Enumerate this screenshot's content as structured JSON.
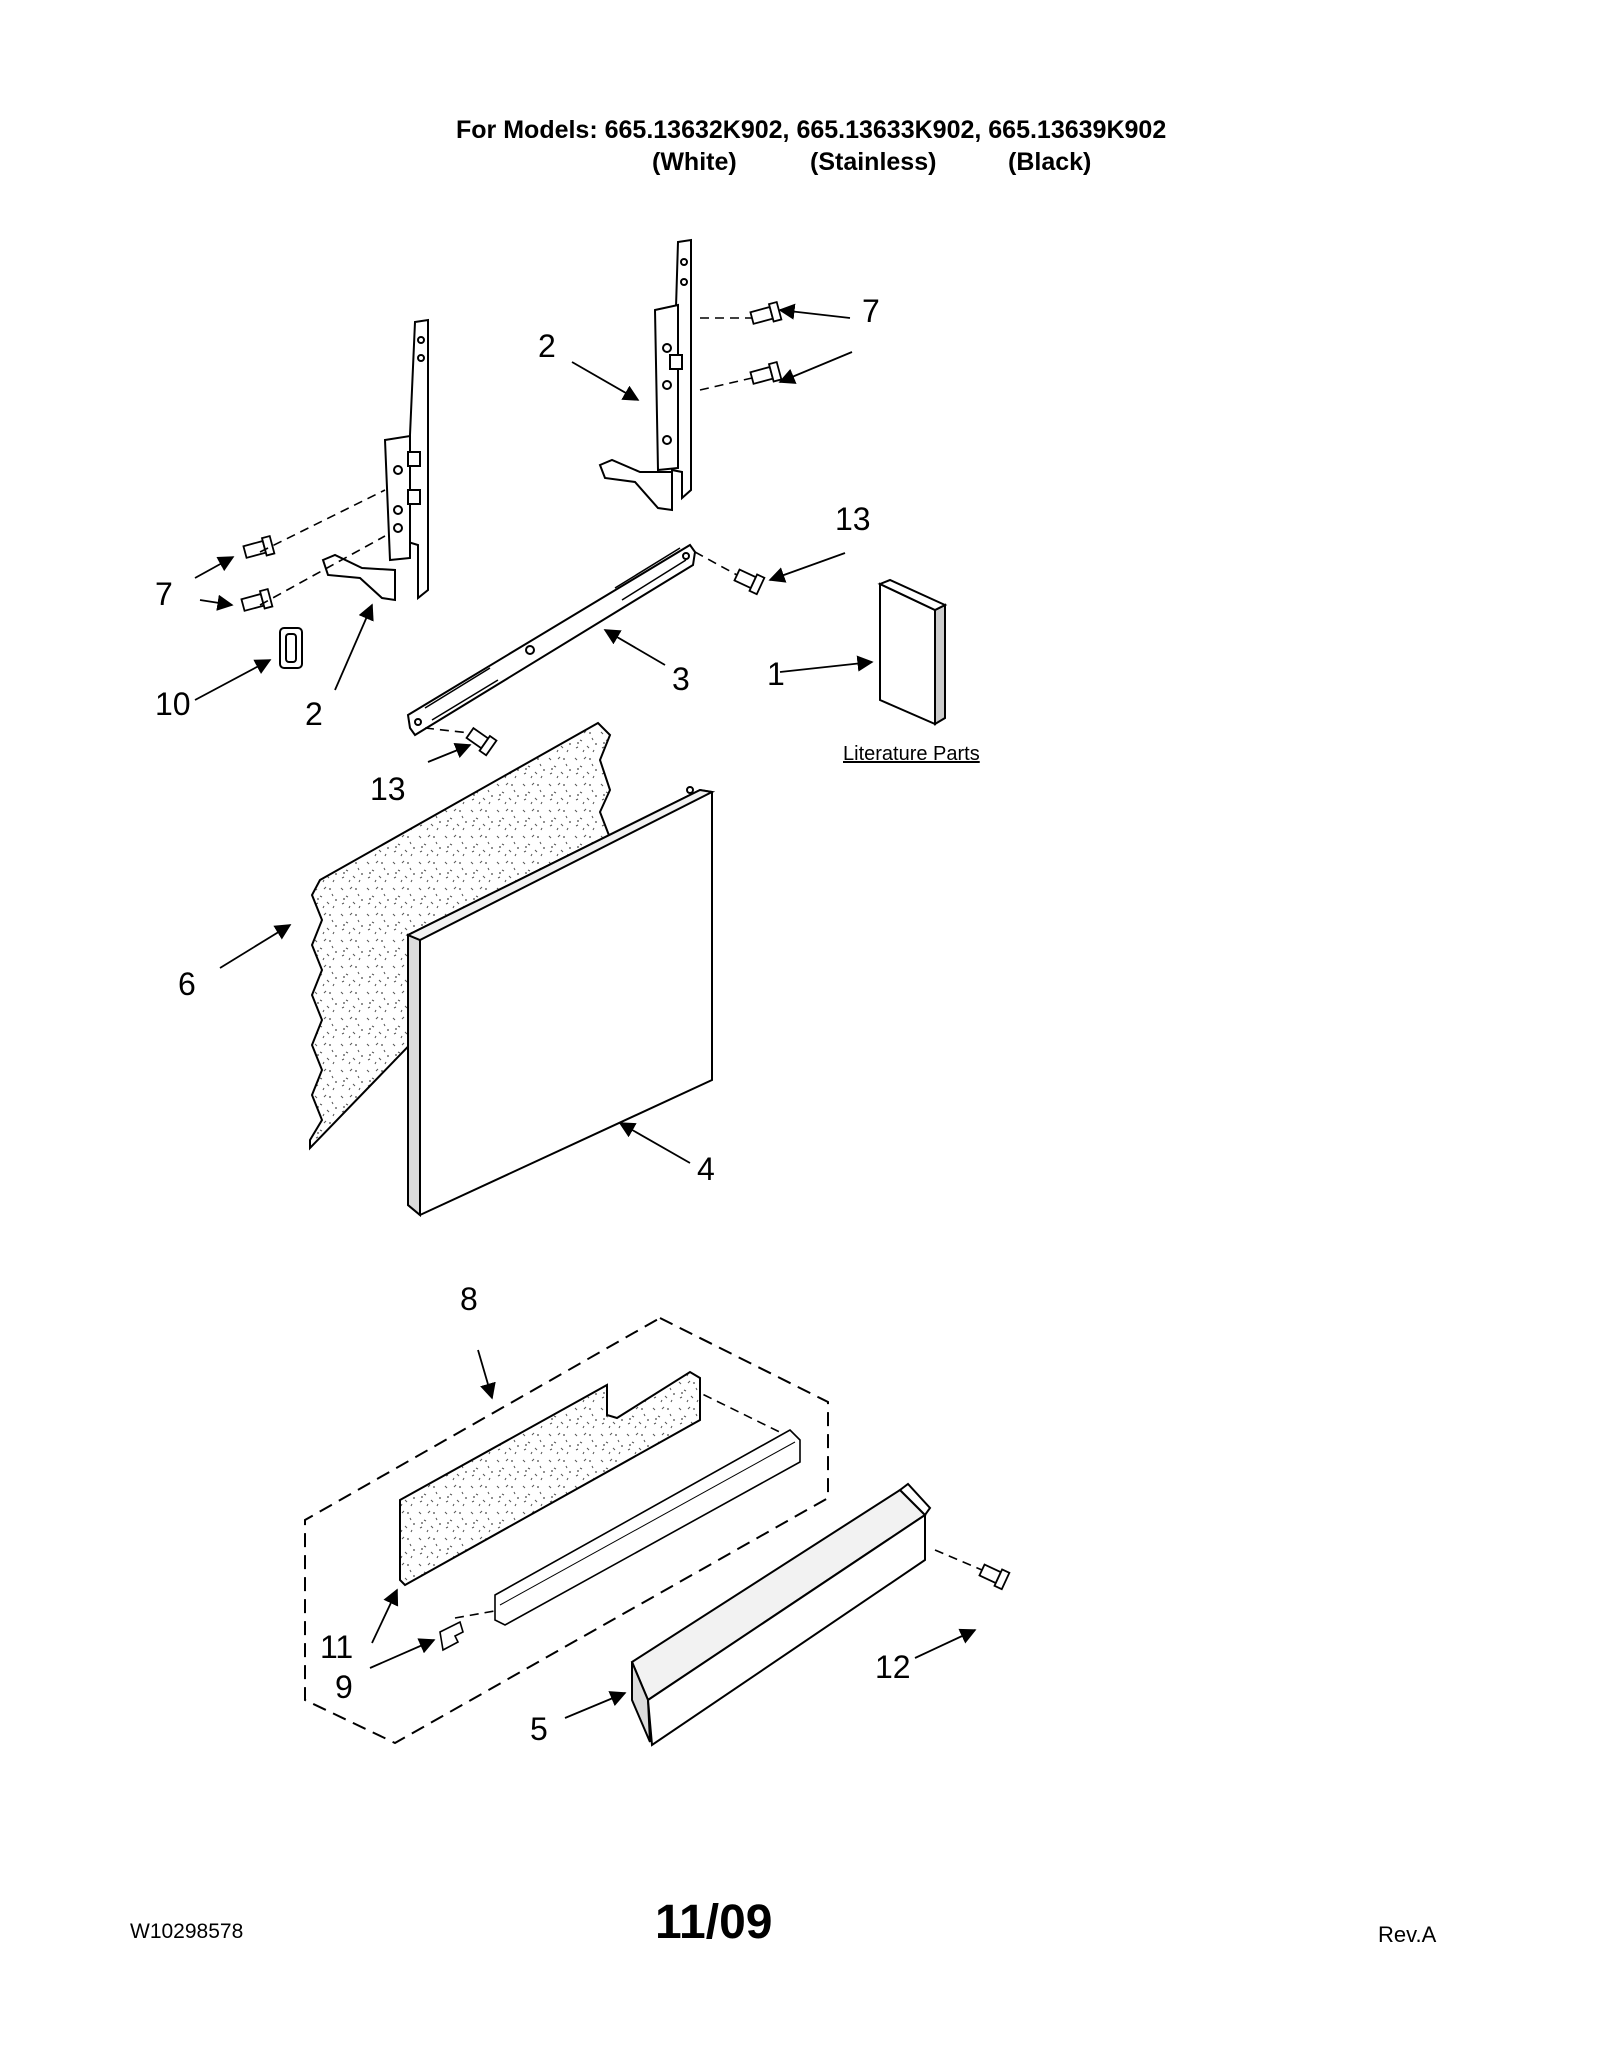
{
  "header": {
    "models_line": "For Models: 665.13632K902, 665.13633K902, 665.13639K902",
    "finish_white": "(White)",
    "finish_stainless": "(Stainless)",
    "finish_black": "(Black)"
  },
  "callouts": {
    "hinge_right": "2",
    "screw_top_right": "7",
    "screw_left": "7",
    "clip": "10",
    "hinge_left": "2",
    "bracket": "3",
    "screw_bracket_right": "13",
    "screw_bracket_left": "13",
    "literature": "1",
    "insulation": "6",
    "door_panel": "4",
    "kit": "8",
    "kit_insulation": "11",
    "kit_clip": "9",
    "toe_panel": "5",
    "toe_screw": "12"
  },
  "literature_label": "Literature Parts",
  "footer": {
    "part_number": "W10298578",
    "date": "11/09",
    "revision": "Rev.A"
  },
  "colors": {
    "line": "#000000",
    "panel_shade": "#dcdcdc",
    "background": "#ffffff"
  }
}
